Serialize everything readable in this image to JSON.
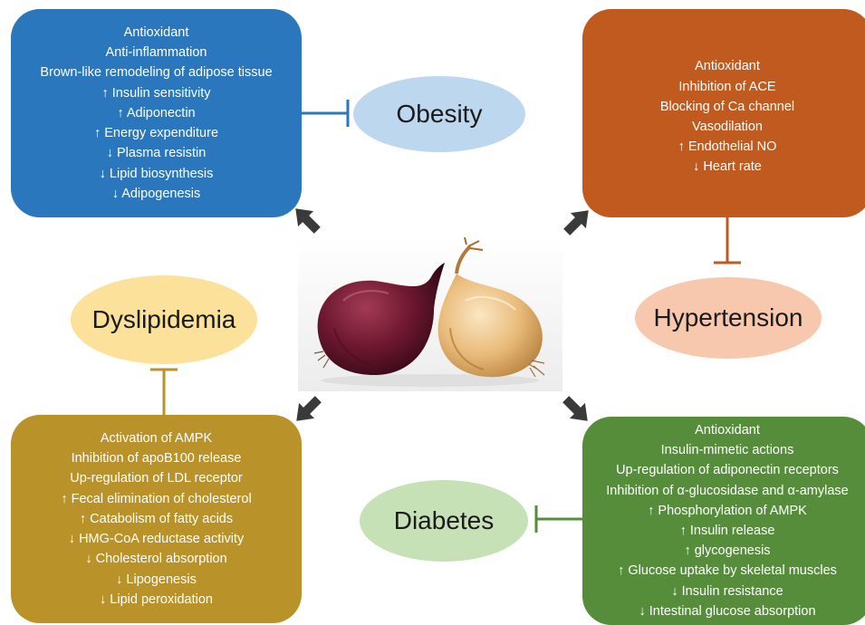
{
  "obesity": {
    "title": "Obesity",
    "mechanisms": [
      "Antioxidant",
      "Anti-inflammation",
      "Brown-like remodeling of adipose tissue",
      "↑ Insulin sensitivity",
      "↑ Adiponectin",
      "↑ Energy expenditure",
      "↓ Plasma resistin",
      "↓ Lipid biosynthesis",
      "↓ Adipogenesis"
    ],
    "color": "#2a77bd"
  },
  "hypertension": {
    "title": "Hypertension",
    "mechanisms": [
      "Antioxidant",
      "Inhibition of ACE",
      "Blocking of Ca channel",
      "Vasodilation",
      "↑ Endothelial NO",
      "↓ Heart rate"
    ],
    "color": "#c05a1e"
  },
  "dyslipidemia": {
    "title": "Dyslipidemia",
    "mechanisms": [
      "Activation of AMPK",
      "Inhibition of apoB100 release",
      "Up-regulation of LDL receptor",
      "↑ Fecal elimination of cholesterol",
      "↑ Catabolism of fatty acids",
      "↓ HMG-CoA reductase activity",
      "↓ Cholesterol absorption",
      "↓ Lipogenesis",
      "↓ Lipid peroxidation"
    ],
    "color": "#b9922a"
  },
  "diabetes": {
    "title": "Diabetes",
    "mechanisms": [
      "Antioxidant",
      "Insulin-mimetic actions",
      "Up-regulation of adiponectin receptors",
      "Inhibition of α-glucosidase and α-amylase",
      "↑ Phosphorylation of AMPK",
      "↑ Insulin release",
      "↑ glycogenesis",
      "↑ Glucose uptake by skeletal muscles",
      "↓ Insulin resistance",
      "↓ Intestinal glucose absorption"
    ],
    "color": "#568d3b"
  }
}
